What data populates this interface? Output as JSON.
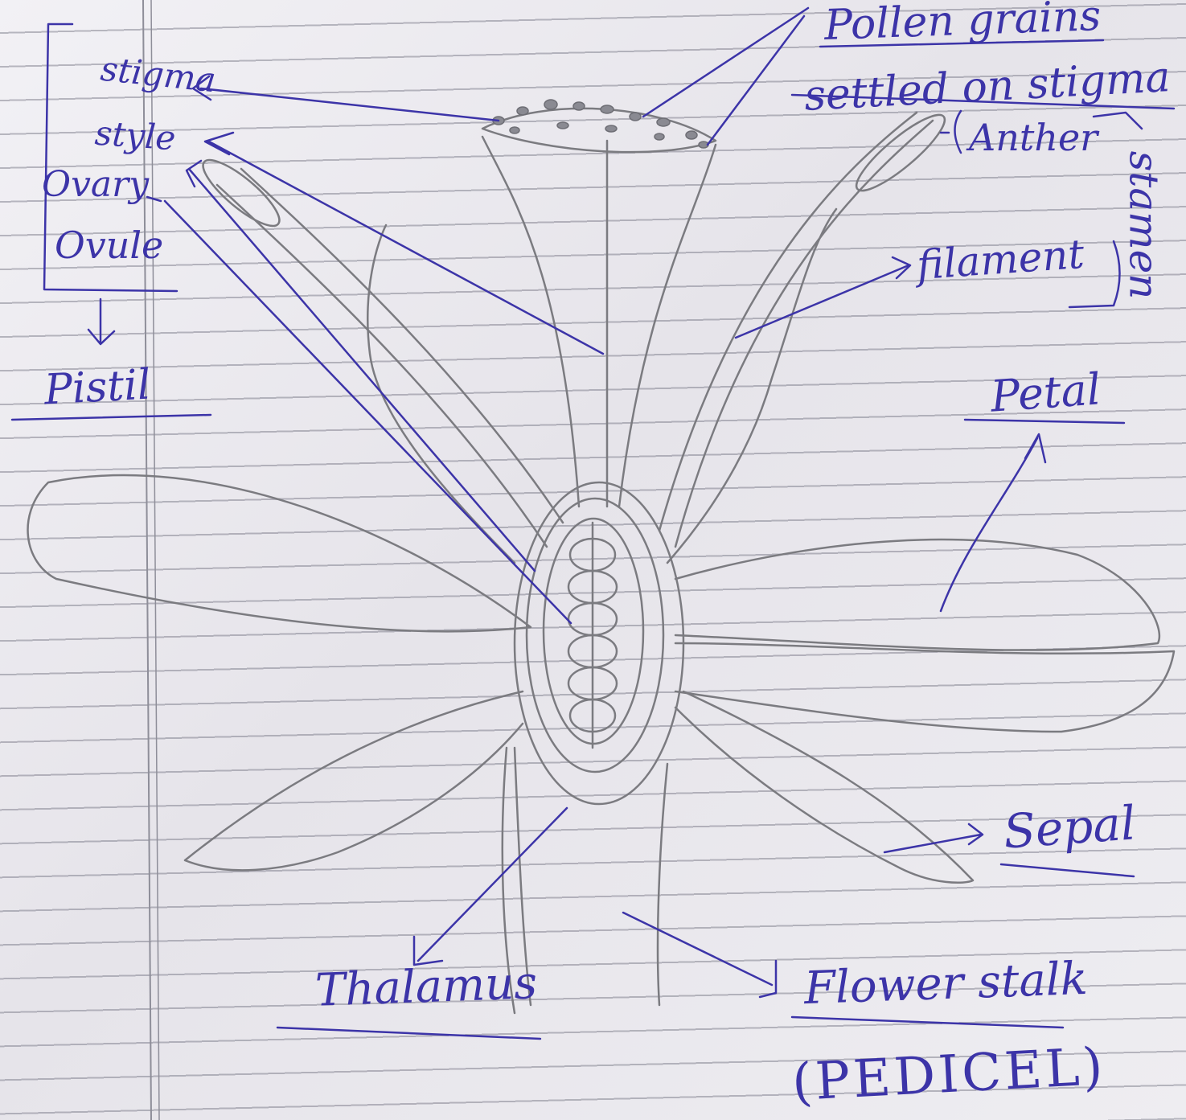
{
  "labels": {
    "stigma": "stigma",
    "style": "style",
    "ovary": "Ovary",
    "ovule": "Ovule",
    "pistil": "Pistil",
    "pollen_line1": "Pollen grains",
    "pollen_line2": "settled on stigma",
    "anther": "Anther",
    "filament": "filament",
    "stamen": "stamen",
    "petal": "Petal",
    "sepal": "Sepal",
    "thalamus": "Thalamus",
    "flower_stalk": "Flower stalk",
    "pedicel": "(PEDICEL)"
  },
  "colors": {
    "ink": "#3c34a8",
    "pencil": "#7b7b80",
    "paper": "#ebe9ef",
    "rule": "#8c8c98",
    "margin_line": "#8e8e99"
  }
}
